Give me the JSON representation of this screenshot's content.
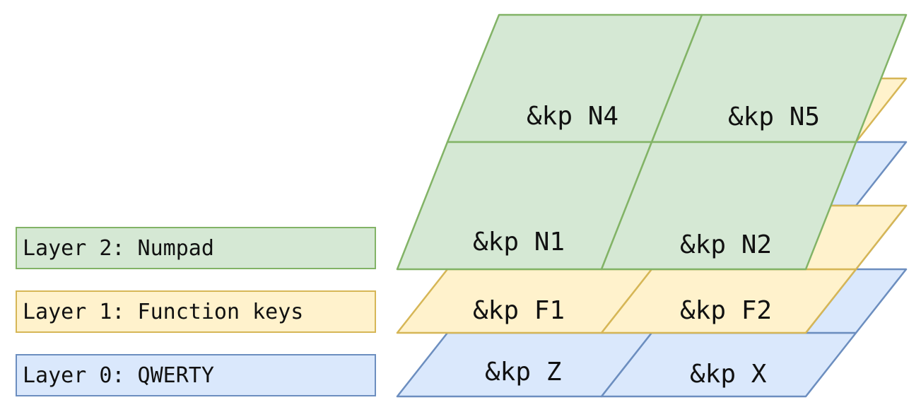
{
  "colors": {
    "layer0_fill": "#dae8fc",
    "layer0_stroke": "#6c8ebf",
    "layer1_fill": "#fff2cc",
    "layer1_stroke": "#d6b656",
    "layer2_fill": "#d5e8d4",
    "layer2_stroke": "#82b366"
  },
  "legend": {
    "layer2": "Layer 2: Numpad",
    "layer1": "Layer 1: Function keys",
    "layer0": "Layer 0: QWERTY"
  },
  "keys": {
    "layer0": {
      "left": "&kp Z",
      "right": "&kp X"
    },
    "layer1": {
      "left": "&kp F1",
      "right": "&kp F2"
    },
    "layer2": {
      "n1": "&kp N1",
      "n2": "&kp N2",
      "n4": "&kp N4",
      "n5": "&kp N5"
    }
  }
}
